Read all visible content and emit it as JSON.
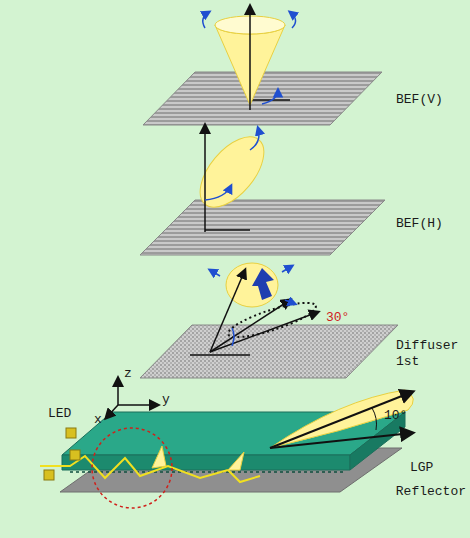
{
  "diagram": {
    "labels": [
      "BEF(V)",
      "BEF(H)",
      "30°",
      "Diffuser 1st",
      "z",
      "LED",
      "y",
      "x",
      "10°",
      "LGP",
      "Reflector"
    ]
  }
}
